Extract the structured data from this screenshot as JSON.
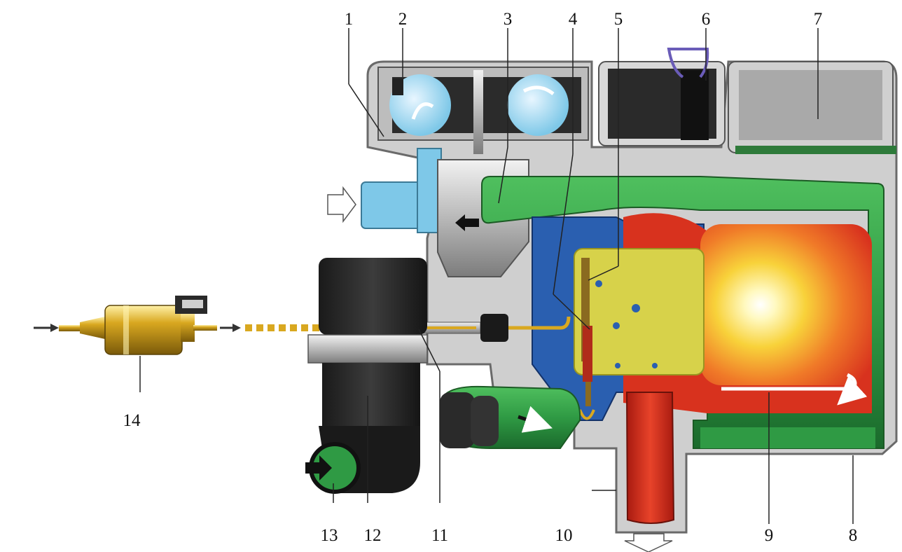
{
  "callouts": [
    {
      "id": "1",
      "label": "1"
    },
    {
      "id": "2",
      "label": "2"
    },
    {
      "id": "3",
      "label": "3"
    },
    {
      "id": "4",
      "label": "4"
    },
    {
      "id": "5",
      "label": "5"
    },
    {
      "id": "6",
      "label": "6"
    },
    {
      "id": "7",
      "label": "7"
    },
    {
      "id": "8",
      "label": "8"
    },
    {
      "id": "9",
      "label": "9"
    },
    {
      "id": "10",
      "label": "10"
    },
    {
      "id": "11",
      "label": "11"
    },
    {
      "id": "12",
      "label": "12"
    },
    {
      "id": "13",
      "label": "13"
    },
    {
      "id": "14",
      "label": "14"
    }
  ],
  "colors": {
    "combustion_air": "#7ec8e8",
    "coolant": "#2f9a44",
    "exhaust": "#d8321e",
    "flame": "#f5e04a",
    "fuel": "#d9a820",
    "housing": "#c8c8c8",
    "chamber_blue": "#2a5fb0"
  }
}
